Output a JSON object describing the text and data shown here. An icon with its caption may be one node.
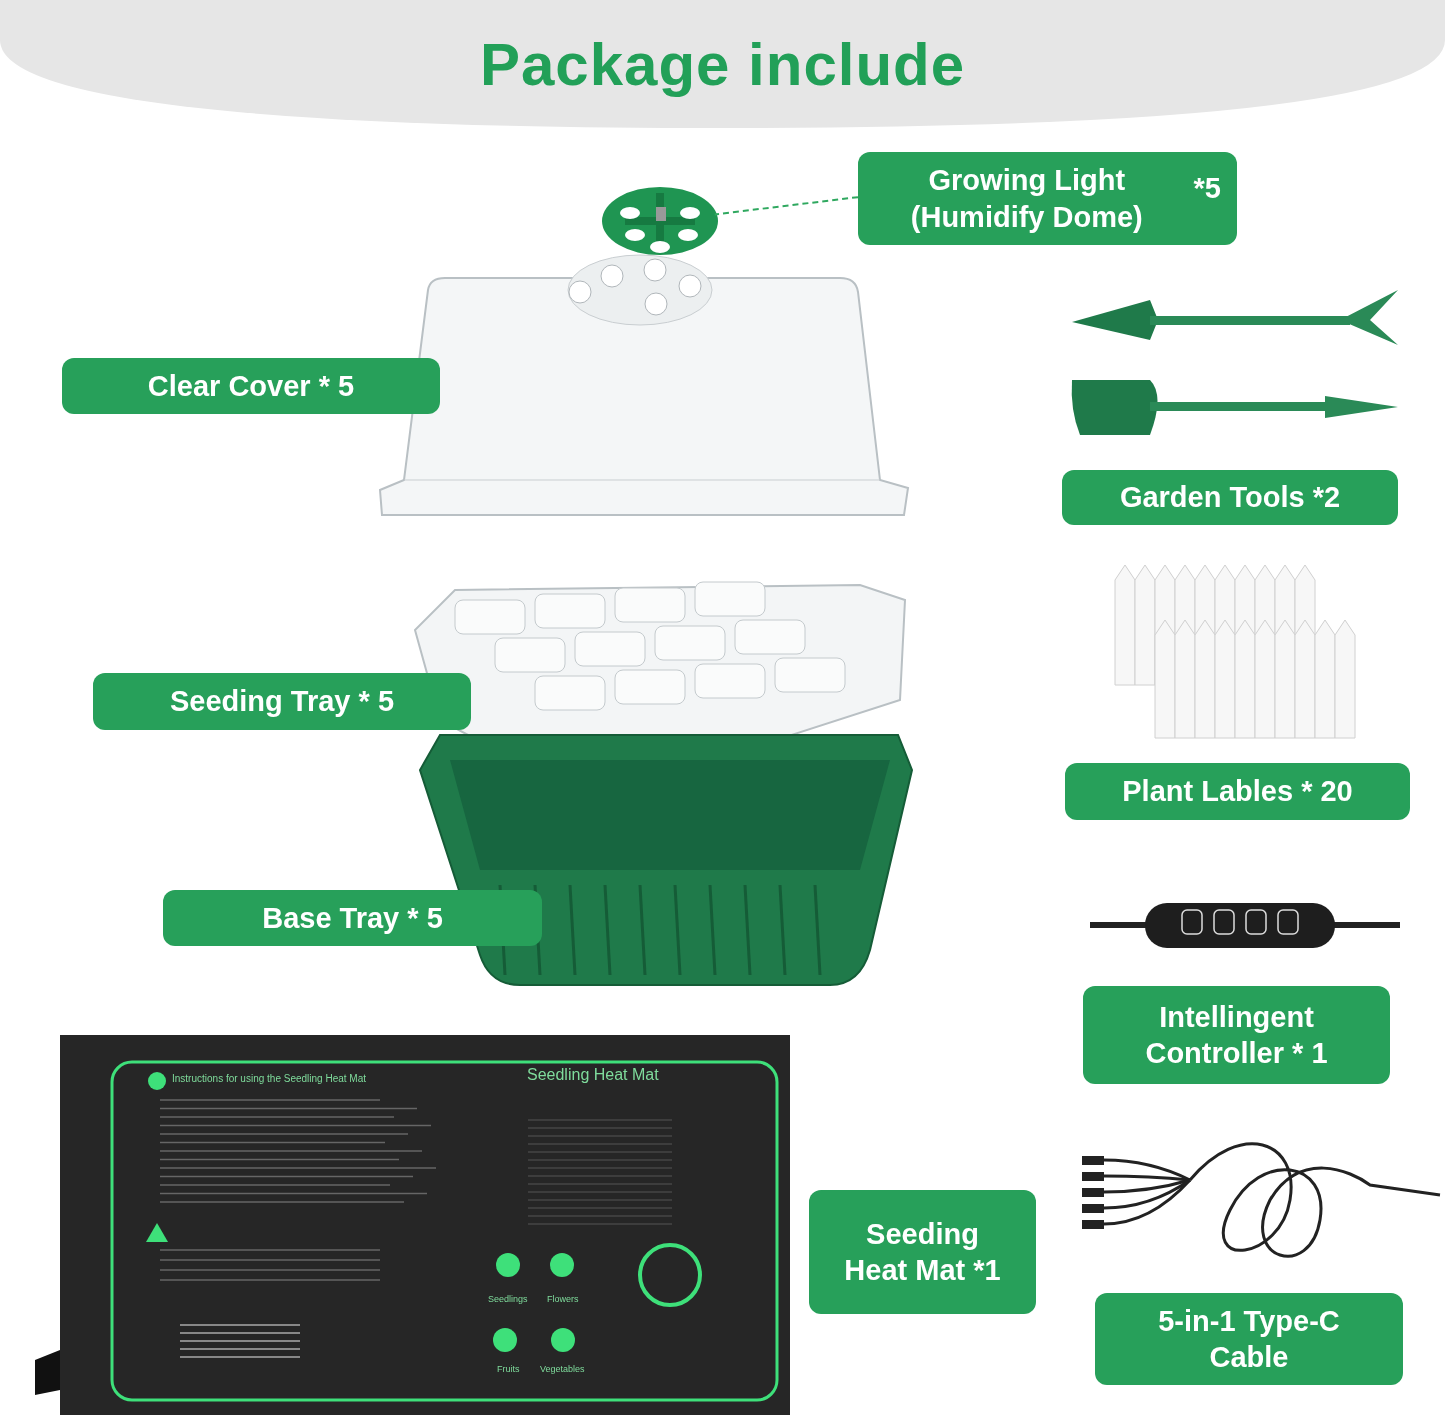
{
  "diagram": {
    "title": "Package include",
    "nodes": [
      {
        "text": [
          "Growing Light (Humidify Dome)",
          "*5"
        ]
      },
      {
        "text": [
          "Clear Cover * 5"
        ]
      },
      {
        "text": [
          "Garden Tools *2"
        ]
      },
      {
        "text": [
          "Seeding Tray * 5"
        ]
      },
      {
        "text": [
          "Plant Lables * 20"
        ]
      },
      {
        "text": [
          "Base Tray * 5"
        ]
      },
      {
        "text": [
          "Intellingent Controller * 1"
        ]
      },
      {
        "text": [
          "Seeding Heat Mat *1"
        ]
      },
      {
        "text": [
          "5-in-1 Type-C Cable"
        ]
      },
      {
        "text": [],
        "shape": "picture"
      }
    ],
    "edges": [
      {
        "from": 0,
        "to": 9,
        "arrow": "none",
        "style": "dashed"
      }
    ],
    "labels": [
      "Instructions for using the Seedling Heat Mat",
      "Seedling Heat Mat",
      "Seedlings",
      "Flowers",
      "Fruits",
      "Vegetables"
    ]
  }
}
